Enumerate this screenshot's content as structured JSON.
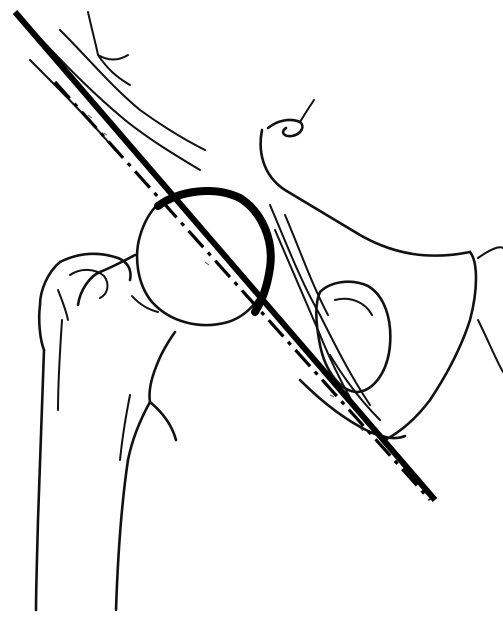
{
  "figure": {
    "type": "line-drawing",
    "subject": "anatomical-hip-joint",
    "colors": {
      "background": "#ffffff",
      "ink": "#111111",
      "overlay": "#000000"
    },
    "overlays": {
      "solid_line": "present",
      "dashed_line": "present",
      "head_arc": "present"
    }
  }
}
